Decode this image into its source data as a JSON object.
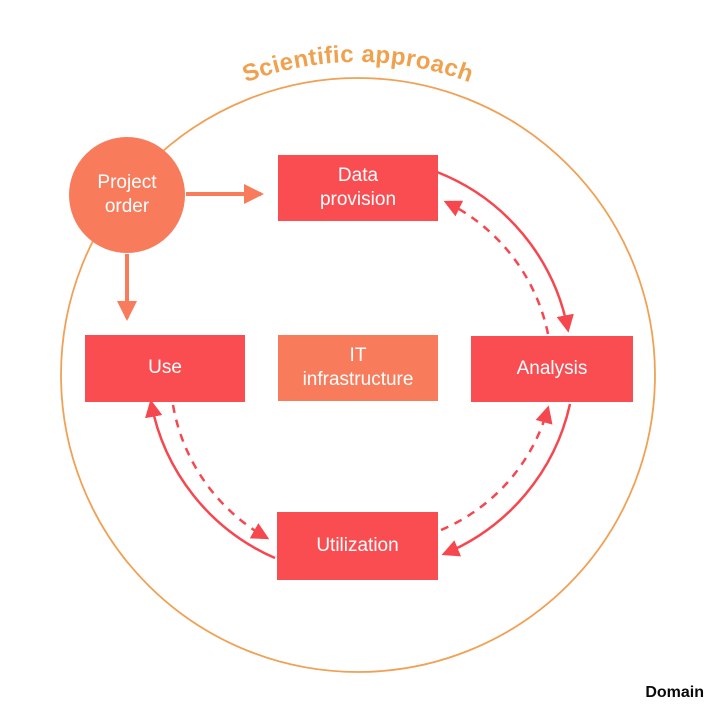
{
  "title": {
    "text": "Scientific approach"
  },
  "footer": {
    "domain_label": "Domain"
  },
  "colors": {
    "red": "#FA4D52",
    "salmon": "#F87C5C",
    "arc_red": "#F6474F",
    "ring_orange": "#F0A155",
    "title_orange": "#F0A14E"
  },
  "nodes": {
    "project_order": {
      "label": "Project\norder",
      "shape": "circle",
      "color": "#F87C5C"
    },
    "data_provision": {
      "label": "Data\nprovision",
      "shape": "rect",
      "color": "#FA4D52"
    },
    "use": {
      "label": "Use",
      "shape": "rect",
      "color": "#FA4D52"
    },
    "it_infrastructure": {
      "label": "IT\ninfrastructure",
      "shape": "rect",
      "color": "#F87C5C"
    },
    "analysis": {
      "label": "Analysis",
      "shape": "rect",
      "color": "#FA4D52"
    },
    "utilization": {
      "label": "Utilization",
      "shape": "rect",
      "color": "#FA4D52"
    }
  },
  "edges": [
    {
      "from": "project_order",
      "to": "data_provision",
      "style": "solid",
      "color": "#F87C5C"
    },
    {
      "from": "project_order",
      "to": "use",
      "style": "solid",
      "color": "#F87C5C"
    },
    {
      "from": "data_provision",
      "to": "analysis",
      "style": "solid",
      "color": "#F6474F"
    },
    {
      "from": "analysis",
      "to": "utilization",
      "style": "solid",
      "color": "#F6474F"
    },
    {
      "from": "utilization",
      "to": "use",
      "style": "solid",
      "color": "#F6474F"
    },
    {
      "from": "analysis",
      "to": "data_provision",
      "style": "dashed",
      "color": "#F6474F"
    },
    {
      "from": "utilization",
      "to": "analysis",
      "style": "dashed",
      "color": "#F6474F"
    },
    {
      "from": "use",
      "to": "utilization",
      "style": "dashed",
      "color": "#F6474F"
    }
  ]
}
